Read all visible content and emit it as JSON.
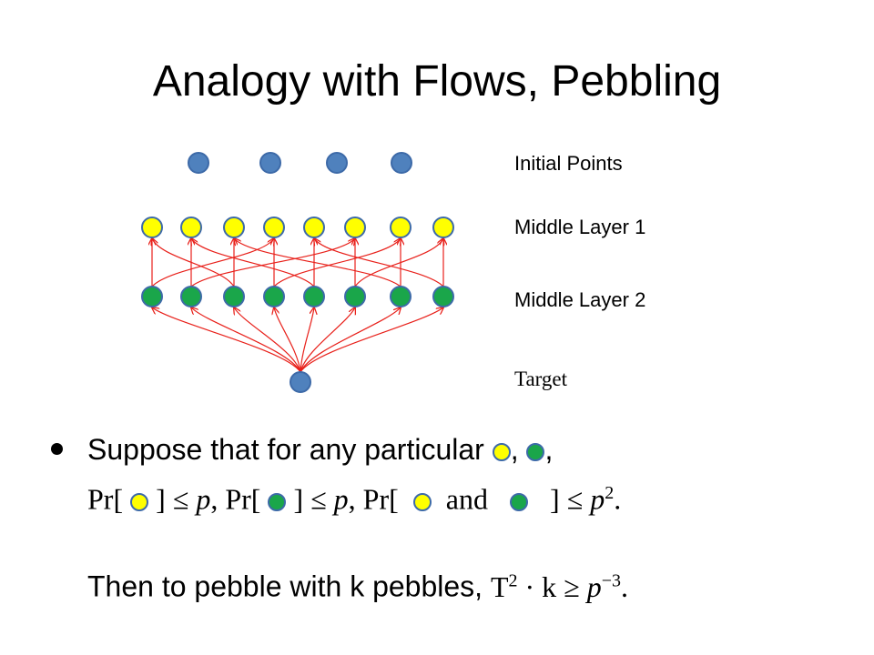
{
  "title": "Analogy with Flows, Pebbling",
  "diagram": {
    "layers": [
      {
        "label": "Initial  Points",
        "count": 4,
        "color": "#4f81bd"
      },
      {
        "label": "Middle Layer 1",
        "count": 8,
        "color": "#ffff00"
      },
      {
        "label": "Middle Layer 2",
        "count": 8,
        "color": "#1aa64a"
      },
      {
        "label": "Target",
        "count": 1,
        "color": "#4f81bd"
      }
    ],
    "edge_color": "#e8201a",
    "node_stroke": "#3d6aa8"
  },
  "bullet": {
    "line1_text": "Suppose that for any particular",
    "comma": ",",
    "pr": "Pr",
    "leq": "≤",
    "p": "p",
    "and": "and",
    "p_sq_exp": "2",
    "line3_text": "Then to pebble with k pebbles,",
    "T": "T",
    "T_exp": "2",
    "cdot_k": "· k",
    "geq": "≥",
    "p_exp": "−3"
  }
}
